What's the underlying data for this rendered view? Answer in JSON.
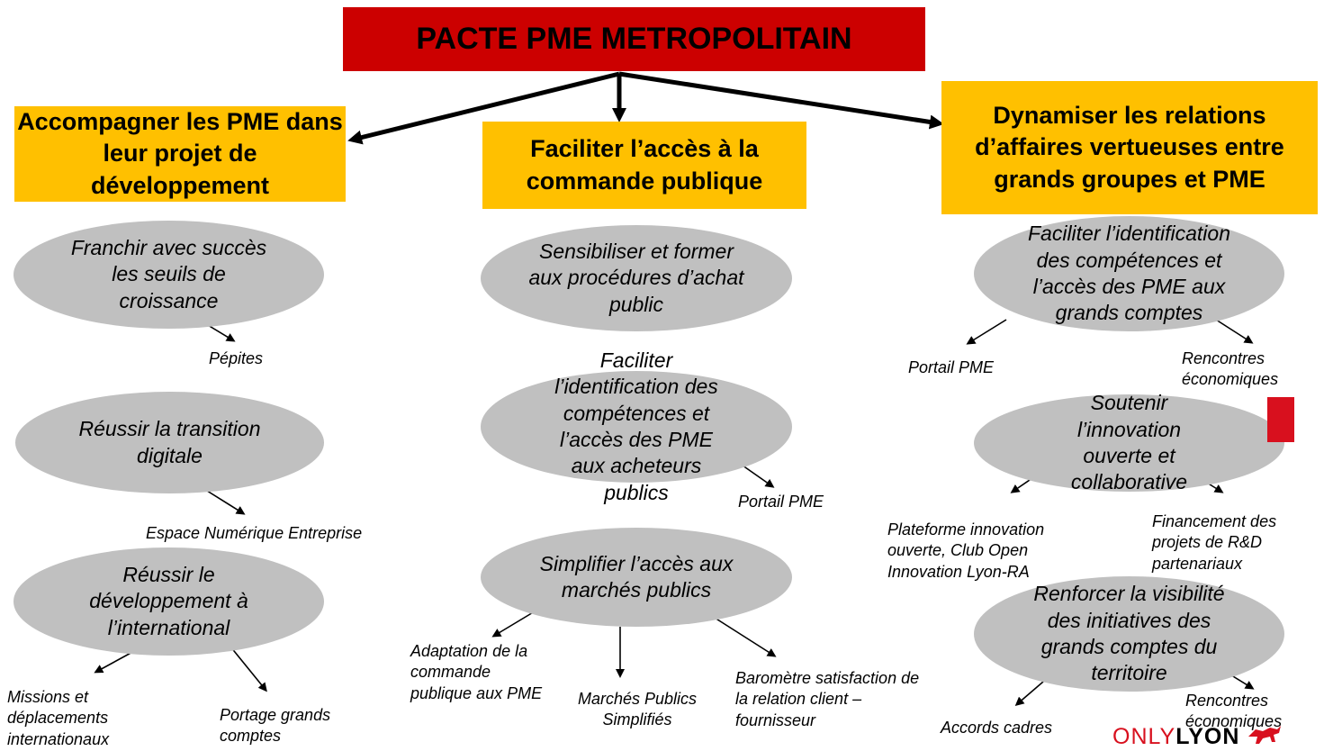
{
  "title": "PACTE PME METROPOLITAIN",
  "pillars": [
    {
      "label": "Accompagner les PME dans leur projet de développement",
      "bubbles": [
        {
          "text": "Franchir avec succès les seuils de croissance",
          "labels": [
            "Pépites"
          ]
        },
        {
          "text": "Réussir la transition digitale",
          "labels": [
            "Espace Numérique Entreprise"
          ]
        },
        {
          "text": "Réussir le développement à l’international",
          "labels": [
            "Missions et déplacements internationaux",
            "Portage grands comptes"
          ]
        }
      ]
    },
    {
      "label": "Faciliter l’accès à la commande publique",
      "bubbles": [
        {
          "text": "Sensibiliser et former aux procédures d’achat public",
          "labels": []
        },
        {
          "text": "Faciliter l’identification des compétences et l’accès des PME aux acheteurs publics",
          "labels": [
            "Portail PME"
          ]
        },
        {
          "text": "Simplifier l’accès aux marchés publics",
          "labels": [
            "Adaptation de la commande publique aux PME",
            "Marchés Publics Simplifiés",
            "Baromètre satisfaction de la relation client – fournisseur"
          ]
        }
      ]
    },
    {
      "label": "Dynamiser les relations d’affaires vertueuses entre grands groupes et PME",
      "bubbles": [
        {
          "text": "Faciliter l’identification des compétences et l’accès des PME aux grands comptes",
          "labels": [
            "Portail PME",
            "Rencontres économiques"
          ]
        },
        {
          "text": "Soutenir l’innovation ouverte et collaborative",
          "labels": [
            "Plateforme innovation ouverte, Club Open Innovation Lyon-RA",
            "Financement des projets de R&D partenariaux"
          ]
        },
        {
          "text": "Renforcer la visibilité des initiatives des grands comptes du territoire",
          "labels": [
            "Accords cadres",
            "Rencontres économiques"
          ]
        }
      ]
    }
  ],
  "logo": {
    "only": "ONLY",
    "lyon": "LYON"
  },
  "colors": {
    "title_bg": "#cc0000",
    "pillar_bg": "#ffc000",
    "bubble_bg": "#c0c0c0"
  }
}
